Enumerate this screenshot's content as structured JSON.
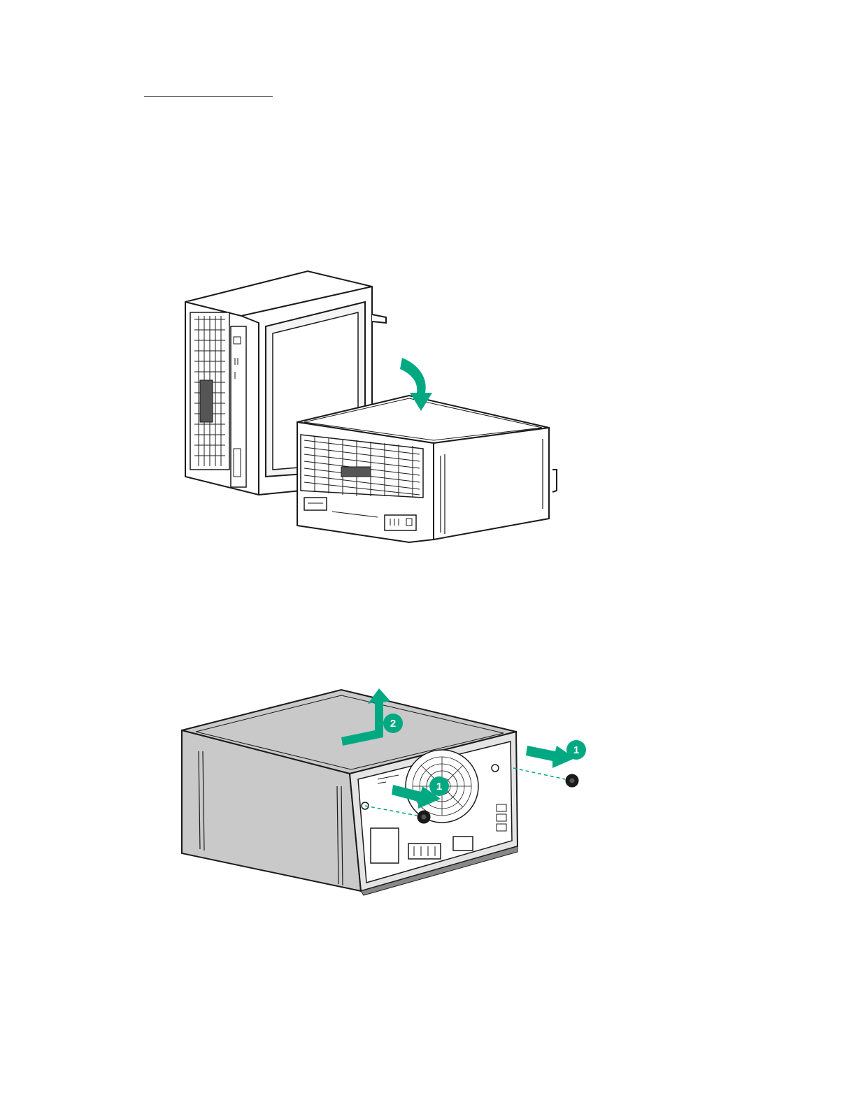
{
  "colors": {
    "accent": "#01a982",
    "outline": "#1a1a1a",
    "panel_fill": "#c9c9c9"
  },
  "figure_1": {
    "icons": [
      "server-tower-icon",
      "server-horizontal-icon",
      "rotate-arrow-icon"
    ]
  },
  "figure_2": {
    "callouts": {
      "step_1a": "1",
      "step_1b": "1",
      "step_2": "2"
    },
    "icons": [
      "server-rear-icon",
      "thumbscrew-icon",
      "slide-arrow-icon",
      "lift-arrow-icon"
    ]
  }
}
